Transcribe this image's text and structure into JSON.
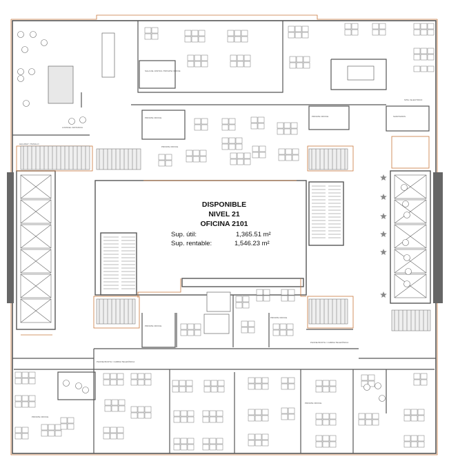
{
  "info": {
    "status": "DISPONIBLE",
    "level": "NIVEL 21",
    "office": "OFICINA 2101",
    "useful_area_label": "Sup. útil:",
    "useful_area_value": "1,365.51 m²",
    "rentable_area_label": "Sup. rentable:",
    "rentable_area_value": "1,546.23 m²"
  },
  "room_labels": {
    "private_office": "PRIVATE OFFICE",
    "private_office_alt": "SALA DE JUNTAS / PRIVATE OFFICE",
    "lounge": "LOUNGE / ESTANCIA",
    "phone_booth": "PHONE BOOTH / CABINA TELEFÓNICA",
    "hallway": "HALLWAY / PASILLO",
    "restroom": "SANITARIOS",
    "electrical": "SITE / ELECTRICO"
  },
  "colors": {
    "wall": "#555555",
    "light_line": "#9a9a9a",
    "accent": "#c8763a",
    "shaft": "#666666",
    "fill": "#e8e8e8"
  }
}
